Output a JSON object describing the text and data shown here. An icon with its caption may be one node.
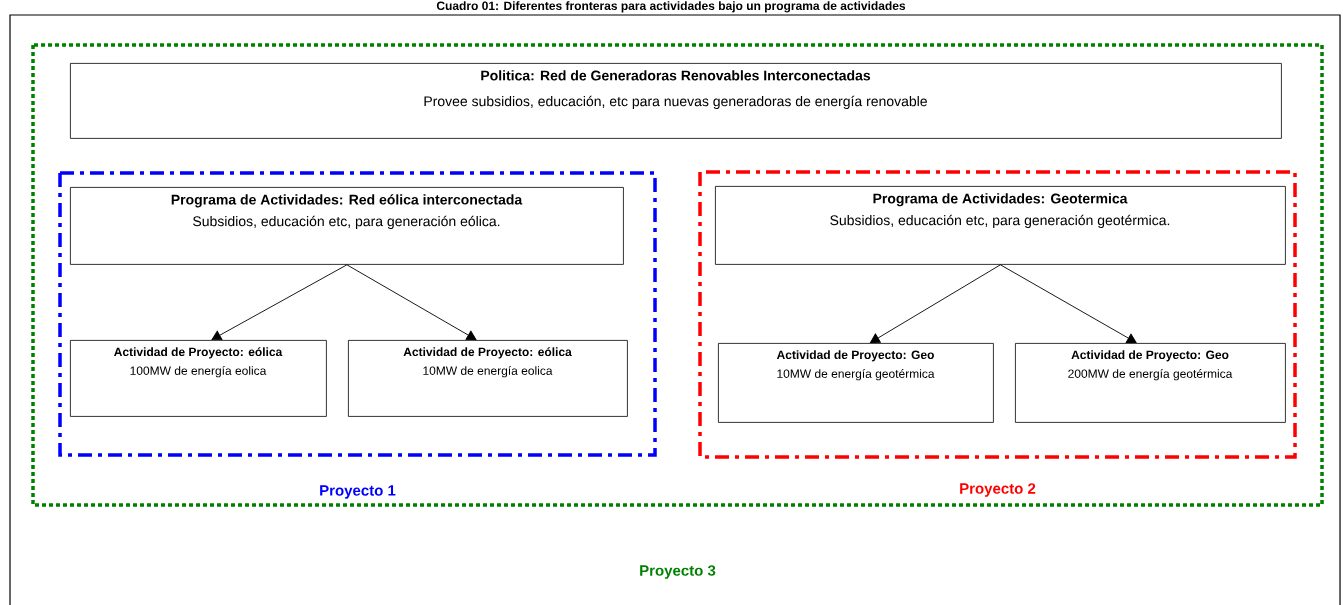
{
  "diagram": {
    "title": "Cuadro 01: Diferentes fronteras para actividades bajo un programa de actividades",
    "nodes": [
      {
        "text": [
          "Proyecto 3"
        ]
      },
      {
        "text": [
          "Proyecto 1"
        ],
        "in": 0
      },
      {
        "text": [
          "Proyecto 2"
        ],
        "in": 0
      },
      {
        "text": [
          "Politica: Red de Generadoras Renovables Interconectadas",
          "Provee subsidios, educación, etc para nuevas generadoras de energía renovable"
        ],
        "in": 0
      },
      {
        "text": [
          "Programa de Actividades: Red eólica interconectada",
          "Subsidios, educación etc, para generación eólica."
        ],
        "in": 1
      },
      {
        "text": [
          "Actividad de Proyecto: eólica",
          "100MW de energía eolica"
        ],
        "in": 1
      },
      {
        "text": [
          "Actividad de Proyecto: eólica",
          "10MW de energía eolica"
        ],
        "in": 1
      },
      {
        "text": [
          "Programa de Actividades: Geotermica",
          "Subsidios, educación etc, para generación geotérmica."
        ],
        "in": 2
      },
      {
        "text": [
          "Actividad de Proyecto: Geo",
          "10MW de energía geotérmica"
        ],
        "in": 2
      },
      {
        "text": [
          "Actividad de Proyecto: Geo",
          "200MW de energía geotérmica"
        ],
        "in": 2
      }
    ],
    "edges": [
      {
        "from": 4,
        "to": 5,
        "arrow": "to"
      },
      {
        "from": 4,
        "to": 6,
        "arrow": "to"
      },
      {
        "from": 7,
        "to": 8,
        "arrow": "to"
      },
      {
        "from": 7,
        "to": 9,
        "arrow": "to"
      }
    ]
  }
}
